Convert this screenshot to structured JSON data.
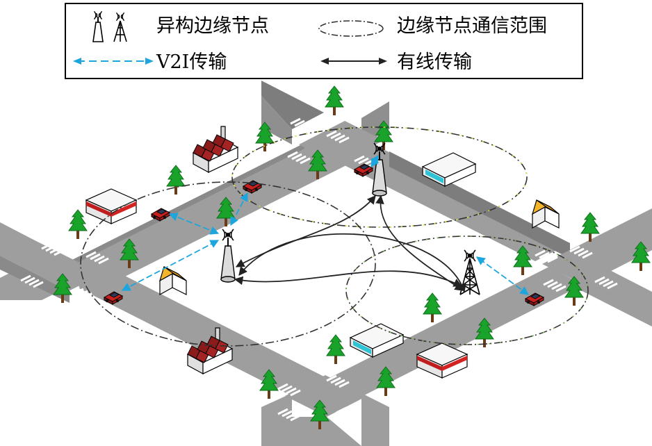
{
  "legend": {
    "items": [
      {
        "label": "异构边缘节点",
        "icon": "heterogeneous-edge-node-icon"
      },
      {
        "label": "边缘节点通信范围",
        "icon": "dash-dot-ellipse-icon"
      },
      {
        "label": "V2I传输",
        "icon": "blue-dashed-double-arrow-icon"
      },
      {
        "label": "有线传输",
        "icon": "black-double-arrow-icon"
      }
    ]
  },
  "colors": {
    "road": "#9e9e9e",
    "road_side": "#7d7d7d",
    "tree": "#1aa32a",
    "v2i_link": "#1ca6dd",
    "wired_link": "#222222",
    "range": "#333333",
    "range_accent_yellow": "#e8e23a",
    "range_accent_green": "#7ab648"
  }
}
